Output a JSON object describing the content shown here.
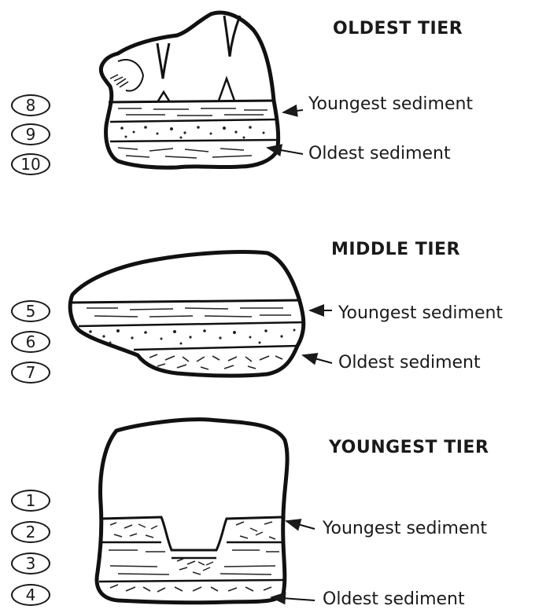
{
  "tiers": [
    {
      "title": "OLDEST TIER",
      "numbers": [
        "8",
        "9",
        "10"
      ],
      "top_label": "Youngest sediment",
      "bottom_label": "Oldest sediment"
    },
    {
      "title": "MIDDLE TIER",
      "numbers": [
        "5",
        "6",
        "7"
      ],
      "top_label": "Youngest sediment",
      "bottom_label": "Oldest sediment"
    },
    {
      "title": "YOUNGEST TIER",
      "numbers": [
        "1",
        "2",
        "3",
        "4"
      ],
      "top_label": "Youngest sediment",
      "bottom_label": "Oldest sediment"
    }
  ]
}
